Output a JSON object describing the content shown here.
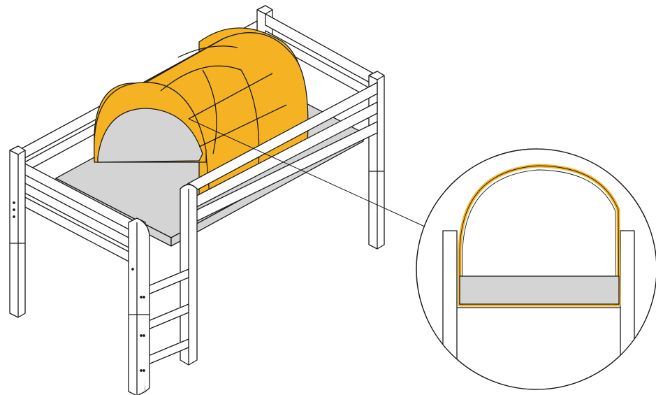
{
  "colors": {
    "background": "#ffffff",
    "outline": "#1a1a1a",
    "frame": "#ffffff",
    "mattress": "#d4d4d4",
    "tunnel": "#f5b223",
    "tunnel_seam": "#c98a10"
  },
  "diagram": {
    "subject": "loft-bed-with-tunnel",
    "parts": [
      "bed-frame",
      "mattress",
      "tunnel-canopy",
      "ladder",
      "detail-callout"
    ]
  }
}
